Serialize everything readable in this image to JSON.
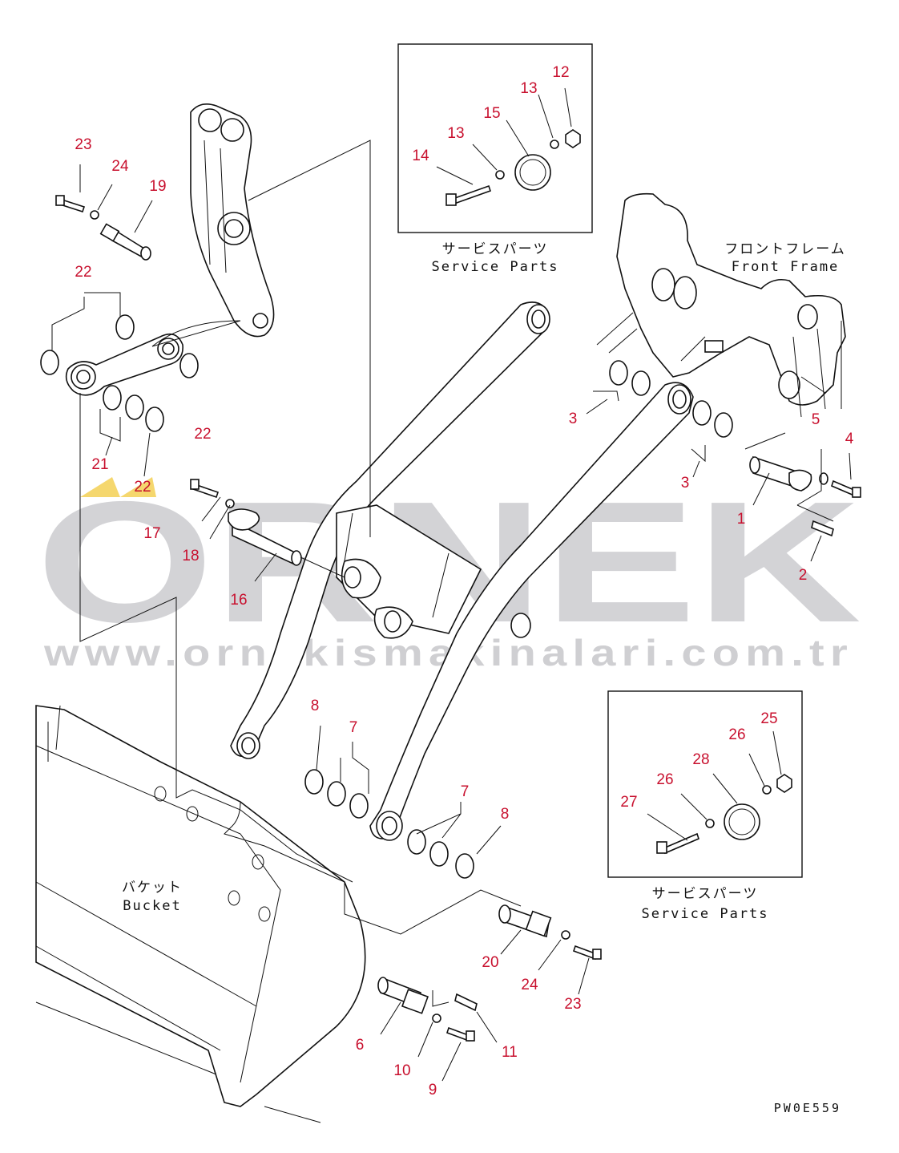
{
  "drawing_code": "PW0E559",
  "watermark": {
    "brand": "ORNEK",
    "url": "www.ornekismakinalari.com.tr",
    "accent_color": "#f5c400"
  },
  "inset_top": {
    "caption_jp": "サービスパーツ",
    "caption_en": "Service Parts",
    "callouts": [
      "12",
      "13",
      "15",
      "13",
      "14"
    ]
  },
  "inset_bottom": {
    "caption_jp": "サービスパーツ",
    "caption_en": "Service Parts",
    "callouts": [
      "25",
      "26",
      "28",
      "26",
      "27"
    ]
  },
  "front_frame": {
    "label_jp": "フロントフレーム",
    "label_en": "Front Frame"
  },
  "bucket": {
    "label_jp": "バケット",
    "label_en": "Bucket"
  },
  "callouts": {
    "c23a": "23",
    "c24a": "24",
    "c19": "19",
    "c22a": "22",
    "c22b": "22",
    "c21": "21",
    "c22c": "22",
    "c17": "17",
    "c18": "18",
    "c16": "16",
    "c3a": "3",
    "c5": "5",
    "c4": "4",
    "c3b": "3",
    "c1": "1",
    "c2": "2",
    "c8a": "8",
    "c7a": "7",
    "c7b": "7",
    "c8b": "8",
    "c20": "20",
    "c24b": "24",
    "c23b": "23",
    "c6": "6",
    "c10": "10",
    "c9": "9",
    "c11": "11"
  },
  "colors": {
    "callout": "#c8102e",
    "line": "#111111",
    "watermark": "#d3d3d6"
  }
}
